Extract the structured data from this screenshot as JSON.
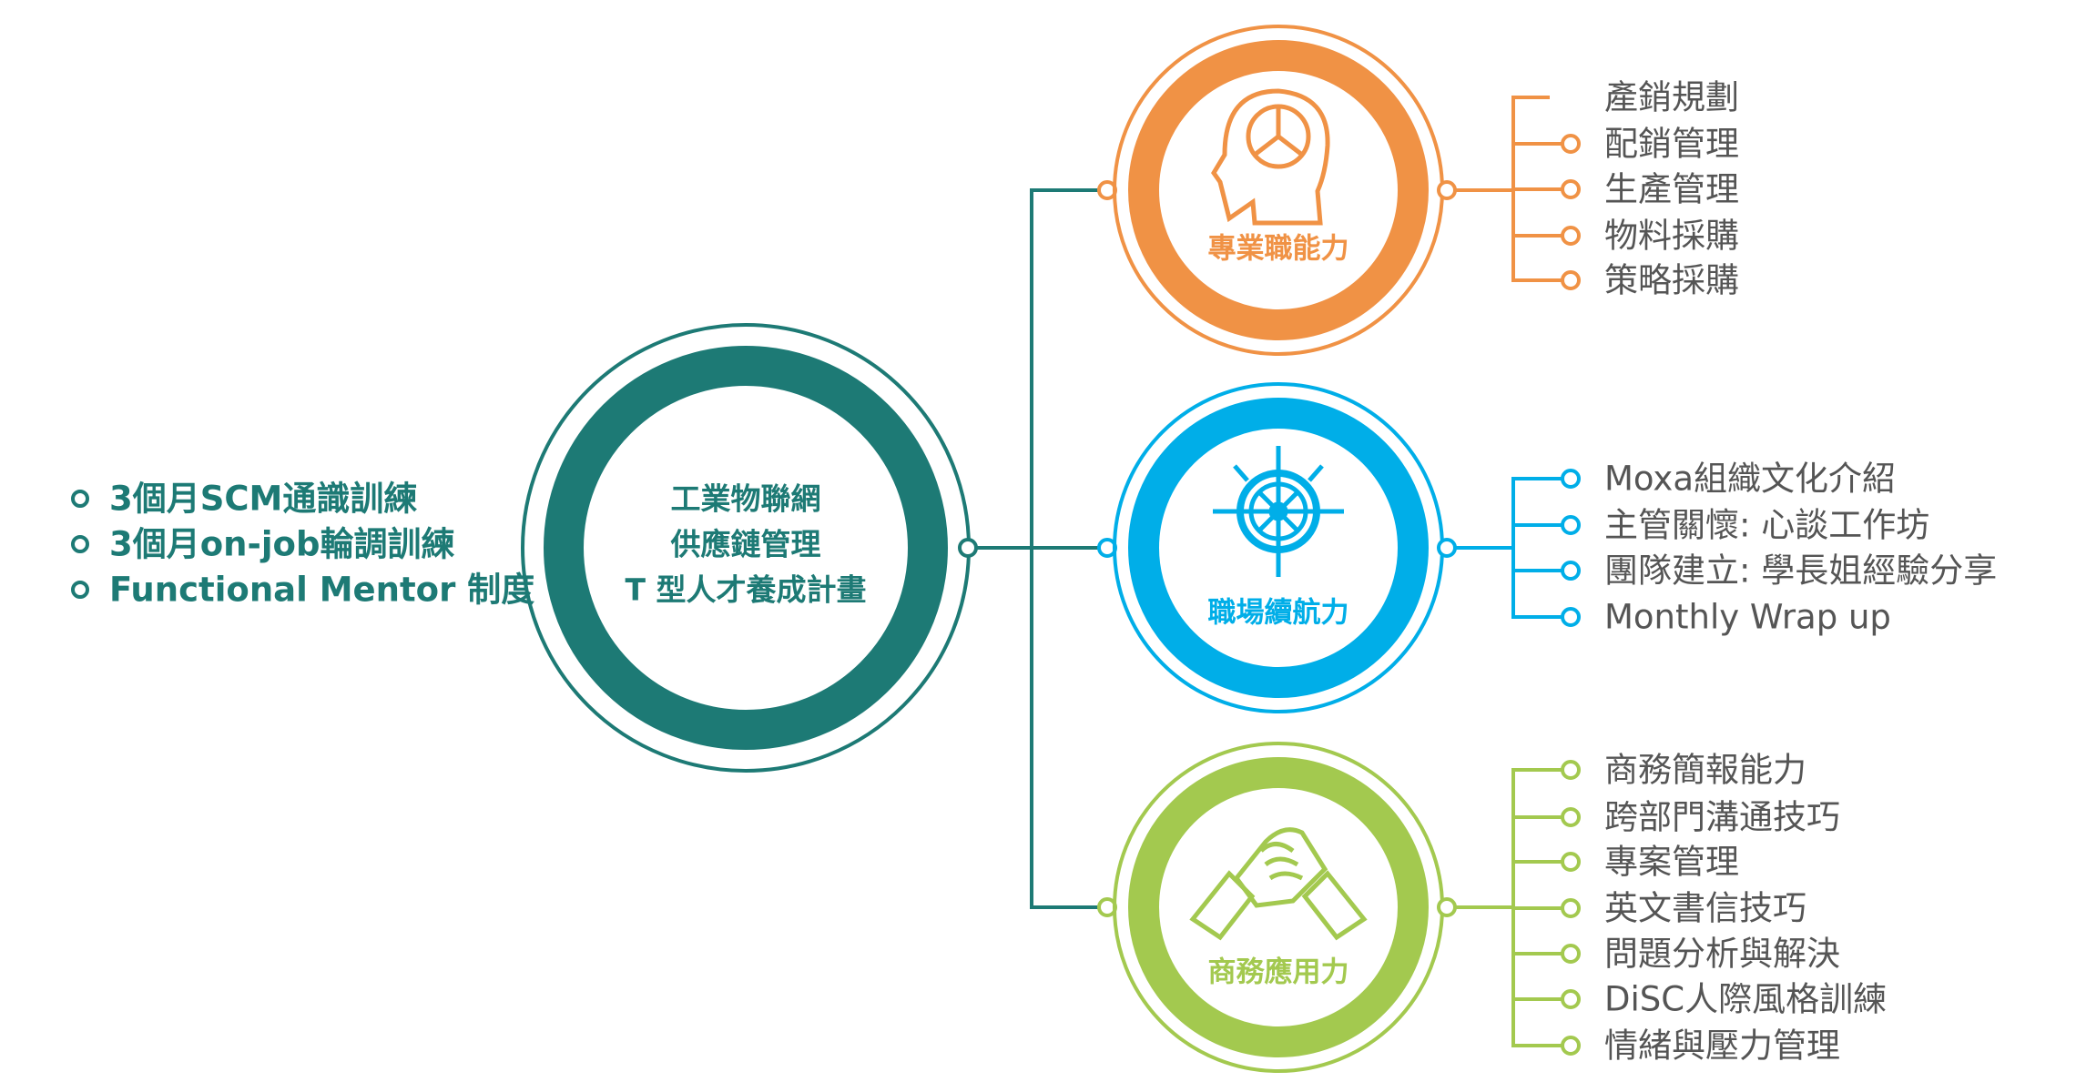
{
  "colors": {
    "teal": "#1d7a75",
    "orange": "#f09245",
    "blue": "#00aee8",
    "green": "#a3c94f",
    "text": "#555555"
  },
  "left_list": [
    "3個月SCM通識訓練",
    "3個月on-job輪調訓練",
    "Functional Mentor 制度"
  ],
  "center": {
    "lines": [
      "工業物聯網",
      "供應鏈管理",
      "T 型人才養成計畫"
    ]
  },
  "branches": [
    {
      "label": "專業職能力",
      "icon": "head-gear-icon",
      "items": [
        "產銷規劃",
        "配銷管理",
        "生產管理",
        "物料採購",
        "策略採購"
      ]
    },
    {
      "label": "職場續航力",
      "icon": "ship-wheel-icon",
      "items": [
        "Moxa組織文化介紹",
        "主管關懷: 心談工作坊",
        "團隊建立: 學長姐經驗分享",
        "Monthly Wrap up"
      ]
    },
    {
      "label": "商務應用力",
      "icon": "handshake-icon",
      "items": [
        "商務簡報能力",
        "跨部門溝通技巧",
        "專案管理",
        "英文書信技巧",
        "問題分析與解決",
        "DiSC人際風格訓練",
        "情緒與壓力管理"
      ]
    }
  ]
}
